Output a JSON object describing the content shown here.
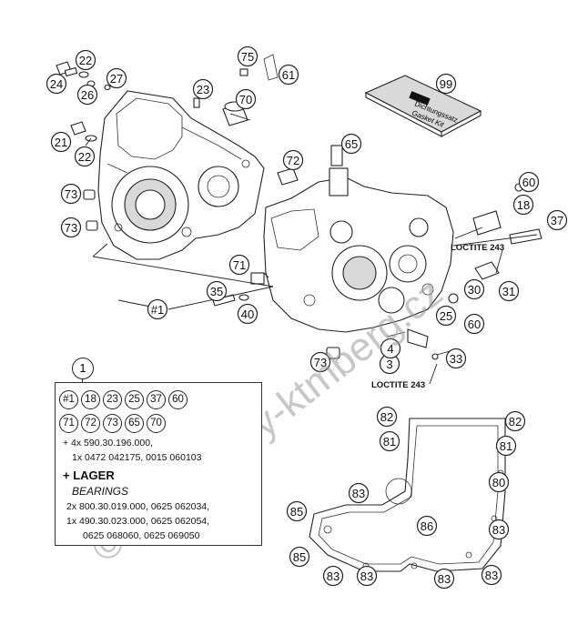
{
  "callouts": [
    "#1",
    "3",
    "4",
    "18",
    "21",
    "22",
    "22",
    "23",
    "24",
    "25",
    "26",
    "27",
    "30",
    "31",
    "33",
    "35",
    "37",
    "40",
    "60",
    "60",
    "61",
    "65",
    "70",
    "71",
    "72",
    "73",
    "73",
    "73",
    "75",
    "80",
    "81",
    "81",
    "82",
    "82",
    "83",
    "83",
    "83",
    "83",
    "83",
    "83",
    "85",
    "85",
    "86",
    "99",
    "1"
  ],
  "notes": {
    "loctite_upper": "LOCTITE 243",
    "loctite_lower": "LOCTITE 243"
  },
  "gasket_kit": {
    "line1": "Dichtungssatz",
    "line2": "Gasket Kit"
  },
  "legend": {
    "title_number": "1",
    "kit_row1": [
      "#1",
      "18",
      "23",
      "25",
      "37",
      "60"
    ],
    "kit_row2": [
      "71",
      "72",
      "73",
      "65",
      "70"
    ],
    "line_plus1": "+ 4x 590.30.196.000,",
    "line_plus1b": "1x 0472 042175, 0015 060103",
    "lager": "+ LAGER",
    "bearings": "BEARINGS",
    "b1": "2x 800.30.019.000, 0625 062034,",
    "b2": "1x 490.30.023.000, 0625 062054,",
    "b3": "0625 068060, 0625 069050"
  },
  "watermark": "©ahradnidily-ktmberg.cz"
}
